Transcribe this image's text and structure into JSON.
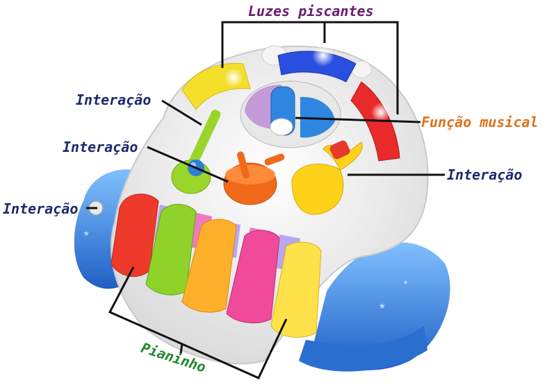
{
  "labels": {
    "lights": "Luzes piscantes",
    "music": "Função musical",
    "interaction_guitar": "Interação",
    "interaction_drum": "Interação",
    "interaction_right": "Interação",
    "interaction_left": "Interação",
    "piano": "Pianinho"
  },
  "colors": {
    "lights_label": "#6a1a6f",
    "music_label": "#e0701a",
    "interaction_label": "#1c2a6e",
    "piano_label": "#1f8a2a",
    "leader_lines": "#111111",
    "toy_white": "#f3f3f3",
    "toy_blue": "#2f7fd6",
    "key_red": "#ee3a2a",
    "key_green": "#8fd32a",
    "key_orange": "#ffb02a",
    "key_pink": "#f04a9a",
    "key_yellow": "#ffe14a",
    "key_lilac": "#b9a6ee",
    "lamp_yellow": "#f3df2a",
    "lamp_blue": "#2a4fe0",
    "lamp_red": "#e82a2a"
  }
}
